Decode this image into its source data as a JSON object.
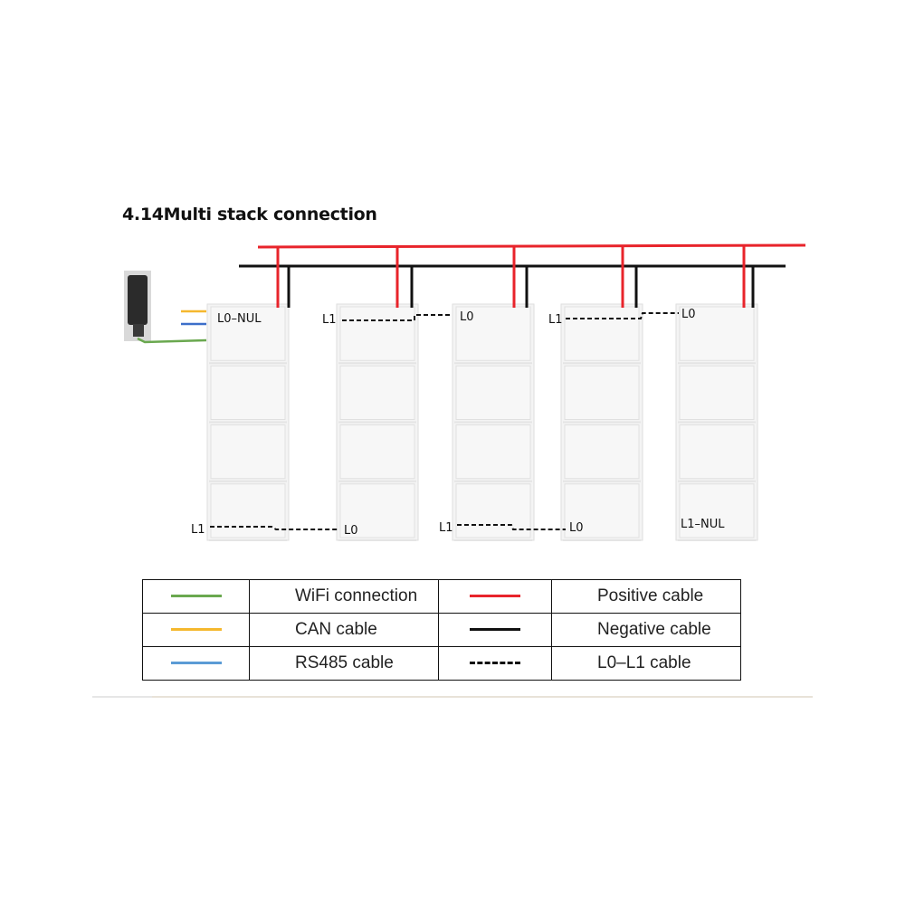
{
  "title": "4.14Multi stack connection",
  "stack_labels": {
    "s1_top": "L0–NUL",
    "s1_bottom": "L1",
    "s2_top": "L1",
    "s2_bottom": "L0",
    "s3_top": "L0",
    "s3_bottom": "L1",
    "s4_top": "L1",
    "s4_bottom": "L0",
    "s5_top": "L0",
    "s5_bottom": "L1–NUL"
  },
  "legend": {
    "rows": [
      {
        "left_label": "WiFi connection",
        "left_color": "#6aa84f",
        "left_style": "solid",
        "right_label": "Positive cable",
        "right_color": "#e8242b",
        "right_style": "solid"
      },
      {
        "left_label": "CAN cable",
        "left_color": "#f5b82e",
        "left_style": "solid",
        "right_label": "Negative cable",
        "right_color": "#111111",
        "right_style": "solid"
      },
      {
        "left_label": "RS485 cable",
        "left_color": "#5b9bd5",
        "left_style": "solid",
        "right_label": "L0–L1 cable",
        "right_color": "#111111",
        "right_style": "dashed"
      }
    ]
  },
  "colors": {
    "positive": "#e8242b",
    "negative": "#111111",
    "wifi": "#6aa84f",
    "can": "#f5b82e",
    "rs485": "#3d6fc9",
    "module_fill": "#f2f2f2",
    "module_border": "#dcdcdc"
  },
  "icons": {
    "wifi_dongle": "wifi-dongle-icon"
  }
}
